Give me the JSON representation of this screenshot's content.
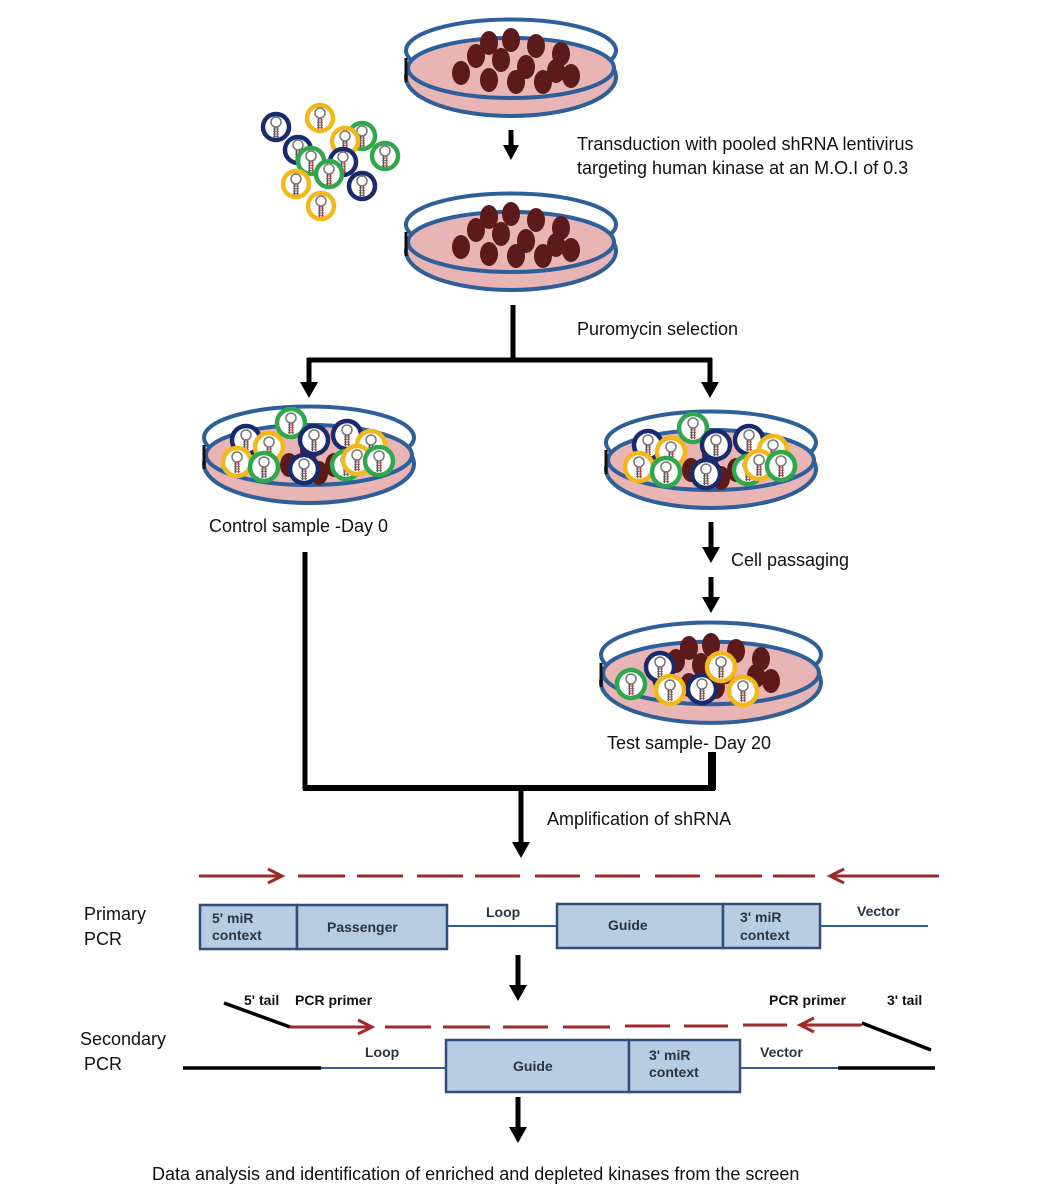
{
  "title": "Pooled shRNA kinase screen workflow",
  "colors": {
    "dish_rim": "#2f5f9a",
    "dish_medium": "#e8b4b4",
    "cell": "#5c1a1a",
    "arrow": "#000000",
    "primer": "#a02a2a",
    "box_fill": "#b8cce4",
    "box_stroke": "#2f4f7a",
    "vector_line": "#2f5f9a",
    "virus_navy": "#1a2a6e",
    "virus_yellow": "#f2b81a",
    "virus_green": "#2ea84a"
  },
  "steps": {
    "transduction": {
      "line1": "Transduction with pooled shRNA lentivirus",
      "line2": "targeting human kinase at an M.O.I of 0.3"
    },
    "selection": "Puromycin selection",
    "control_sample": "Control sample -Day 0",
    "passaging": "Cell passaging",
    "test_sample": "Test sample- Day 20",
    "amplification": "Amplification of shRNA",
    "final": "Data analysis and identification of enriched and depleted kinases from the screen"
  },
  "primary_pcr": {
    "label_line1": "Primary",
    "label_line2": "PCR",
    "loop_label": "Loop",
    "vector_label": "Vector",
    "boxes": {
      "five_mir_line1": "5' miR",
      "five_mir_line2": "context",
      "passenger": "Passenger",
      "guide": "Guide",
      "three_mir_line1": "3' miR",
      "three_mir_line2": "context"
    }
  },
  "secondary_pcr": {
    "label_line1": "Secondary",
    "label_line2": "PCR",
    "five_tail": "5' tail",
    "pcr_primer_left": "PCR primer",
    "pcr_primer_right": "PCR primer",
    "three_tail": "3' tail",
    "loop_label": "Loop",
    "vector_label": "Vector",
    "boxes": {
      "guide": "Guide",
      "three_mir_line1": "3' miR",
      "three_mir_line2": "context"
    }
  }
}
